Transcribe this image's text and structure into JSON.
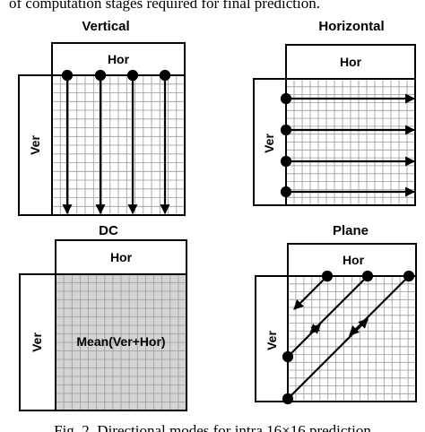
{
  "caption_top": "of computation stages required for final prediction.",
  "caption_bottom": "Fig. 2. Directional modes for intra 16×16 prediction",
  "panels": [
    {
      "id": "vertical",
      "title": "Vertical",
      "hor_label": "Hor",
      "ver_label": "Ver",
      "center_text": ""
    },
    {
      "id": "horizontal",
      "title": "Horizontal",
      "hor_label": "Hor",
      "ver_label": "Ver",
      "center_text": ""
    },
    {
      "id": "dc",
      "title": "DC",
      "hor_label": "Hor",
      "ver_label": "Ver",
      "center_text": "Mean(Ver+Hor)"
    },
    {
      "id": "plane",
      "title": "Plane",
      "hor_label": "Hor",
      "ver_label": "Ver",
      "center_text": ""
    }
  ],
  "colors": {
    "grid": "#9a9a9a",
    "dc_fill": "#d4d4d4",
    "stroke": "#000000"
  }
}
